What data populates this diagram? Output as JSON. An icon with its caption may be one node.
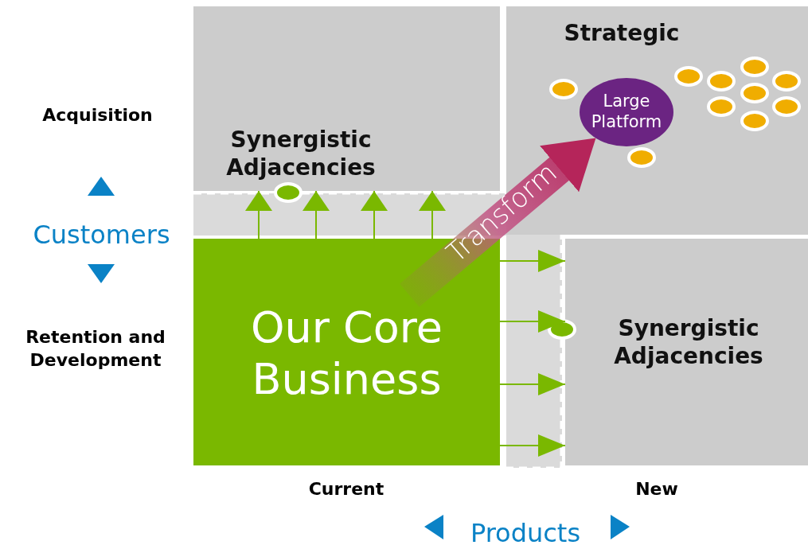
{
  "diagram": {
    "nodes": [
      {
        "text": [
          "Synergistic Adjacencies"
        ]
      },
      {
        "text": [
          "Strategic"
        ]
      },
      {
        "text": [
          "Large Platform"
        ],
        "in": 1
      },
      {
        "text": [],
        "shape": "circle",
        "in": 1
      },
      {
        "text": [],
        "shape": "circle",
        "in": 1
      },
      {
        "text": [],
        "shape": "circle",
        "in": 1
      },
      {
        "text": [],
        "shape": "circle",
        "in": 1
      },
      {
        "text": [],
        "shape": "circle",
        "in": 1
      },
      {
        "text": [],
        "shape": "circle",
        "in": 1
      },
      {
        "text": [],
        "shape": "circle",
        "in": 1
      },
      {
        "text": [],
        "shape": "circle",
        "in": 1
      },
      {
        "text": [],
        "shape": "circle",
        "in": 1
      },
      {
        "text": [],
        "shape": "circle",
        "in": 1
      },
      {
        "text": [],
        "shape": "circle"
      },
      {
        "text": [
          "Our Core Business"
        ]
      },
      {
        "text": [],
        "shape": "circle"
      },
      {
        "text": [
          "Synergistic Adjacencies"
        ]
      }
    ],
    "edges": [
      {
        "from": 14,
        "to": 2,
        "arrow": "to",
        "label": "Transform",
        "style": "thick"
      },
      {
        "from": 14,
        "to": 0,
        "arrow": "to"
      },
      {
        "from": 14,
        "to": 0,
        "arrow": "to"
      },
      {
        "from": 14,
        "to": 0,
        "arrow": "to"
      },
      {
        "from": 14,
        "to": 0,
        "arrow": "to"
      },
      {
        "from": 14,
        "to": 16,
        "arrow": "to"
      },
      {
        "from": 14,
        "to": 16,
        "arrow": "to"
      },
      {
        "from": 14,
        "to": 16,
        "arrow": "to"
      },
      {
        "from": 14,
        "to": 16,
        "arrow": "to"
      }
    ],
    "labels": [
      "Acquisition",
      "Customers",
      "Retention and Development",
      "Current",
      "New",
      "Products"
    ]
  }
}
